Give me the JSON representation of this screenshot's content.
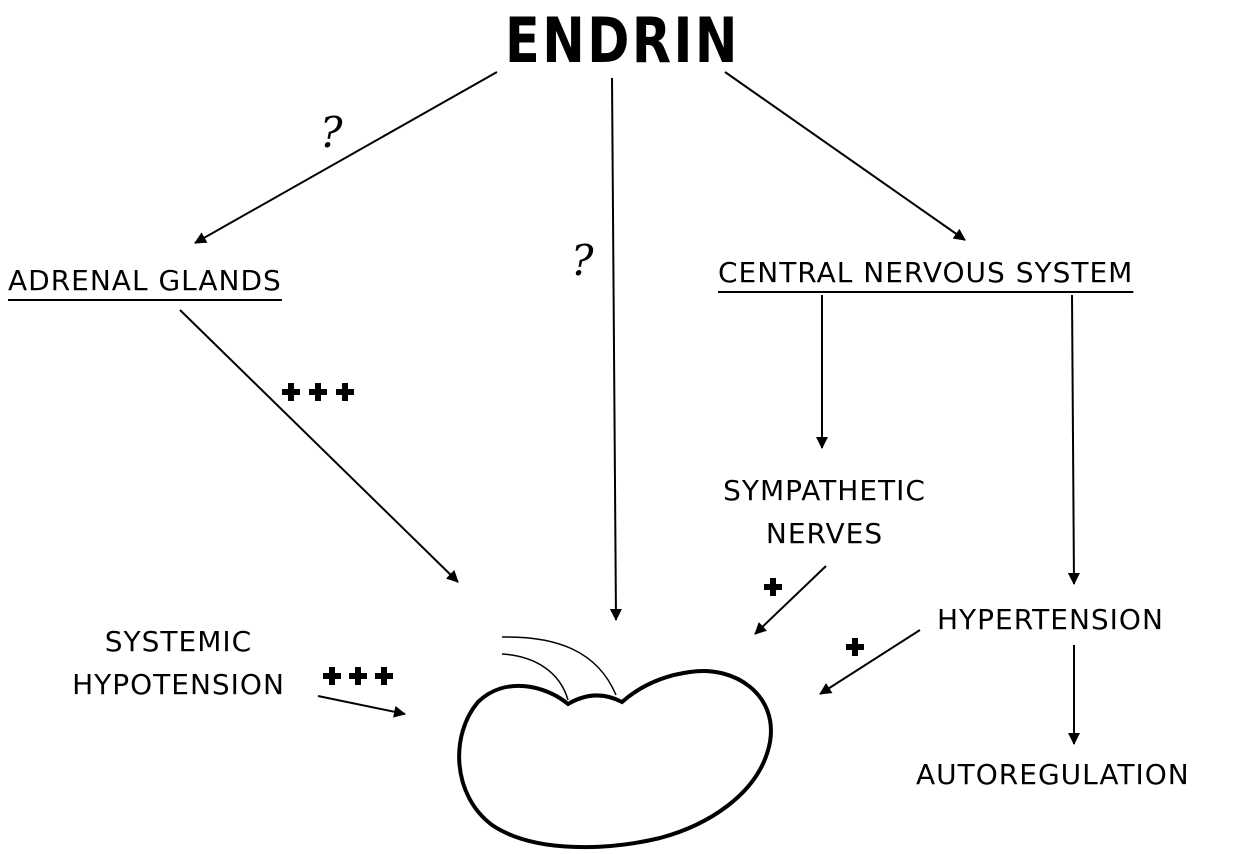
{
  "title": "ENDRIN",
  "nodes": {
    "adrenal": "ADRENAL GLANDS",
    "cns": "CENTRAL NERVOUS SYSTEM",
    "sympathetic_line1": "SYMPATHETIC",
    "sympathetic_line2": "NERVES",
    "hypertension": "HYPERTENSION",
    "autoregulation": "AUTOREGULATION",
    "systemic_line1": "SYSTEMIC",
    "systemic_line2": "HYPOTENSION"
  },
  "marks": {
    "question": "?"
  },
  "colors": {
    "ink": "#000000",
    "background": "#ffffff"
  }
}
